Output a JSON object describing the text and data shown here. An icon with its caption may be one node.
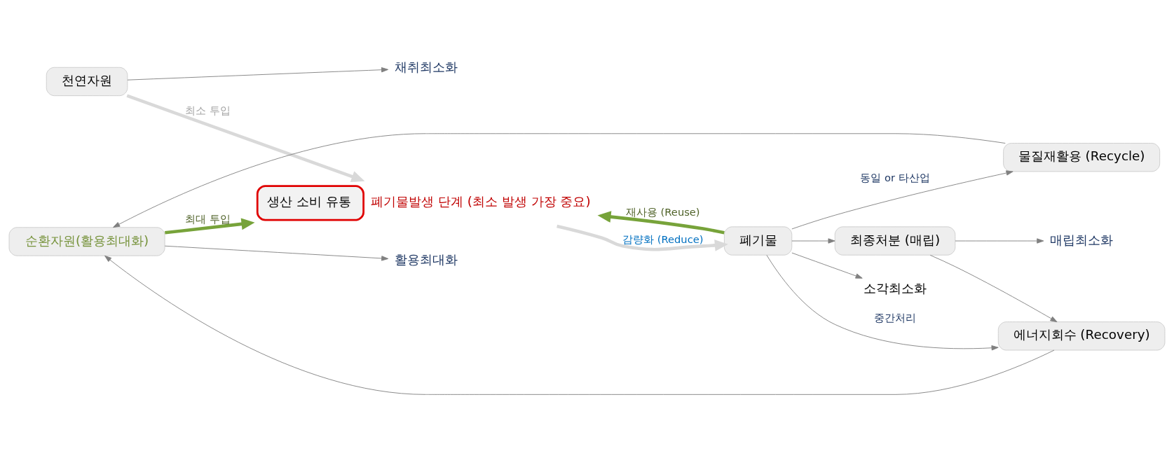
{
  "diagram": {
    "nodes": [
      {
        "text": [
          "천연자원"
        ]
      },
      {
        "text": [
          "순환자원(활용최대화)"
        ]
      },
      {
        "text": [
          "생산 소비 유통"
        ],
        "beside": [
          "폐기물발생 단계 (최소 발생 가장 중요)"
        ]
      },
      {
        "text": [
          "폐기물"
        ]
      },
      {
        "text": [
          "물질재활용 (Recycle)"
        ]
      },
      {
        "text": [
          "에너지회수 (Recovery)"
        ]
      },
      {
        "text": [
          "최종처분 (매립)"
        ]
      },
      {
        "text": [
          "채취최소화"
        ]
      },
      {
        "text": [
          "활용최대화"
        ]
      },
      {
        "text": [
          "소각최소화"
        ]
      },
      {
        "text": [
          "매립최소화"
        ]
      }
    ],
    "edges": [
      {
        "from": 0,
        "to": 2,
        "arrow": "to",
        "label": "최소 투입",
        "style": "thick",
        "color": "#d9d9d9"
      },
      {
        "from": 1,
        "to": 2,
        "arrow": "to",
        "label": "최대 투입",
        "style": "thick",
        "color": "#77a33a"
      },
      {
        "from": 3,
        "to": 2,
        "arrow": "to",
        "label": "재사용 (Reuse)",
        "style": "thick",
        "color": "#77a33a"
      },
      {
        "from": 2,
        "to": 3,
        "arrow": "to",
        "label": "감량화 (Reduce)",
        "style": "thick",
        "color": "#d9d9d9"
      },
      {
        "from": 3,
        "to": 4,
        "arrow": "to",
        "label": "동일 or 타산업"
      },
      {
        "from": 3,
        "to": 5,
        "arrow": "to",
        "label": "중간처리"
      },
      {
        "from": 3,
        "to": 6,
        "arrow": "to"
      },
      {
        "from": 6,
        "to": 5,
        "arrow": "to"
      },
      {
        "from": 4,
        "to": 1,
        "arrow": "to"
      },
      {
        "from": 5,
        "to": 1,
        "arrow": "to"
      },
      {
        "from": 0,
        "to": 7,
        "arrow": "to"
      },
      {
        "from": 1,
        "to": 8,
        "arrow": "to"
      },
      {
        "from": 3,
        "to": 9,
        "arrow": "to"
      },
      {
        "from": 6,
        "to": 10,
        "arrow": "to"
      }
    ]
  }
}
